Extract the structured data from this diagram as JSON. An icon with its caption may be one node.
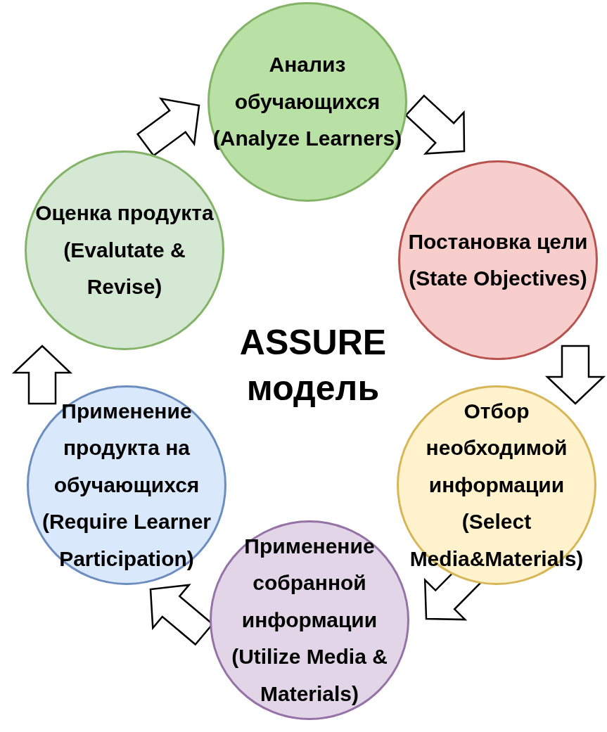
{
  "diagram": {
    "nodes": [
      {
        "text": [
          "Анализ обучающихся",
          "(Analyze Learners)"
        ]
      },
      {
        "text": [
          "Постановка цели",
          "(State Objectives)"
        ]
      },
      {
        "text": [
          "Отбор необходимой информации",
          "(Select Media&Materials)"
        ]
      },
      {
        "text": [
          "Применение собранной информации",
          "(Utilize Media & Materials)"
        ]
      },
      {
        "text": [
          "Применение продукта на обучающихся",
          "(Require Learner Participation)"
        ]
      },
      {
        "text": [
          "Оценка продукта",
          "(Evalutate & Revise)"
        ]
      }
    ],
    "edges": [
      {
        "from": 5,
        "to": 0,
        "arrow": "to"
      },
      {
        "from": 0,
        "to": 1,
        "arrow": "to"
      },
      {
        "from": 1,
        "to": 2,
        "arrow": "to"
      },
      {
        "from": 2,
        "to": 3,
        "arrow": "to"
      },
      {
        "from": 3,
        "to": 4,
        "arrow": "to"
      },
      {
        "from": 4,
        "to": 5,
        "arrow": "to"
      }
    ],
    "labels": [
      "ASSURE модель"
    ]
  }
}
